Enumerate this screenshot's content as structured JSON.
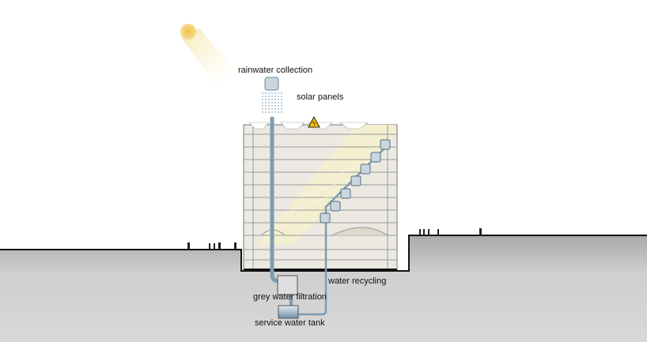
{
  "labels": {
    "rainwater": "rainwater collection",
    "solar": "solar panels",
    "recycling": "water recycling",
    "filtration": "grey water filtration",
    "tank": "service water tank"
  },
  "colors": {
    "pipe": "#7f9bb0",
    "ground": "#c9c9c9",
    "light_band": "#f3efcf",
    "sun": "#f0c75a"
  }
}
